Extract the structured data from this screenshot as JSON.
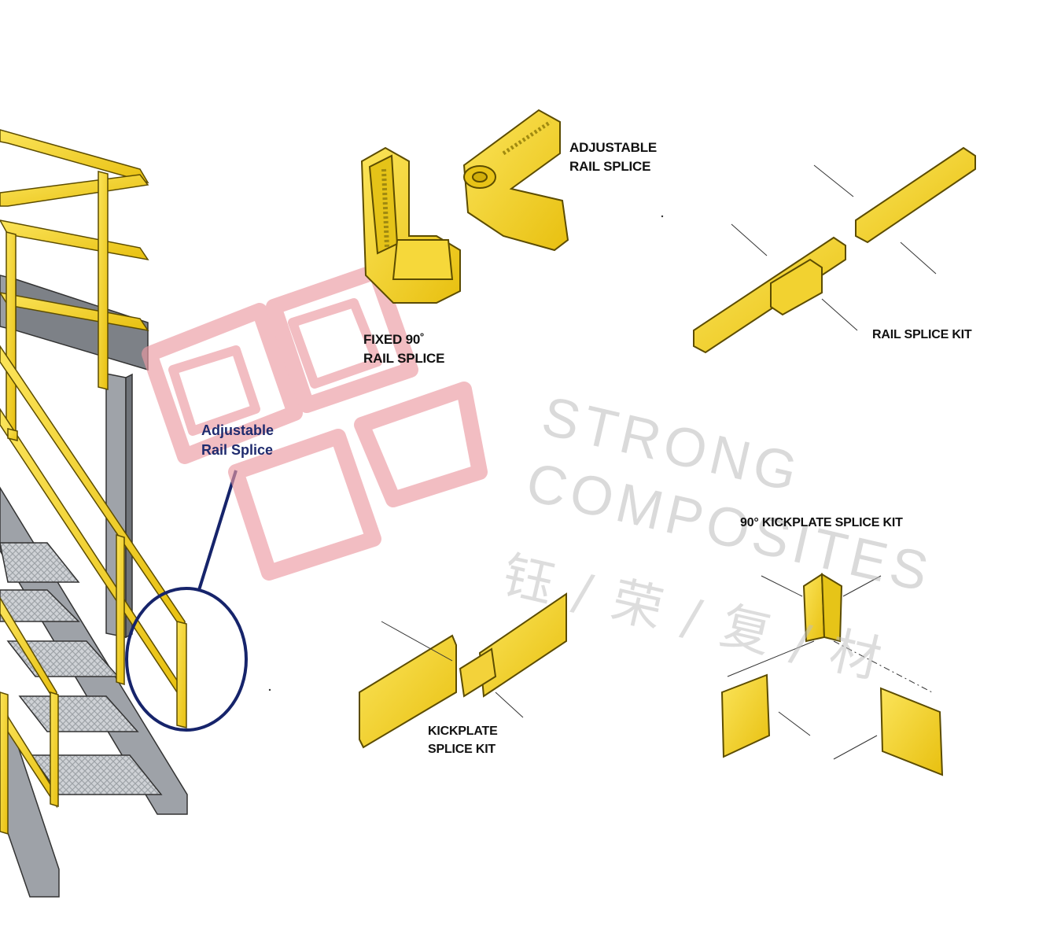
{
  "labels": {
    "adjustable_splice": [
      "ADJUSTABLE",
      "RAIL SPLICE"
    ],
    "fixed_splice": [
      "FIXED 90˚",
      "RAIL SPLICE"
    ],
    "rail_splice_kit": "RAIL SPLICE KIT",
    "kickplate_90": "90° KICKPLATE SPLICE KIT",
    "kickplate_splice": [
      "KICKPLATE",
      "SPLICE KIT"
    ]
  },
  "callout": [
    "Adjustable",
    "Rail Splice"
  ],
  "watermark": {
    "line1": "STRONG",
    "line2": "COMPOSITES",
    "chinese": "钰 / 荣 / 复 / 材"
  },
  "colors": {
    "frp_yellow": "#f2cf1f",
    "frp_outline": "#6b5a00",
    "steel_grey": "#8f9399",
    "callout_blue": "#16246b",
    "logo_red": "#e9a0a8"
  }
}
